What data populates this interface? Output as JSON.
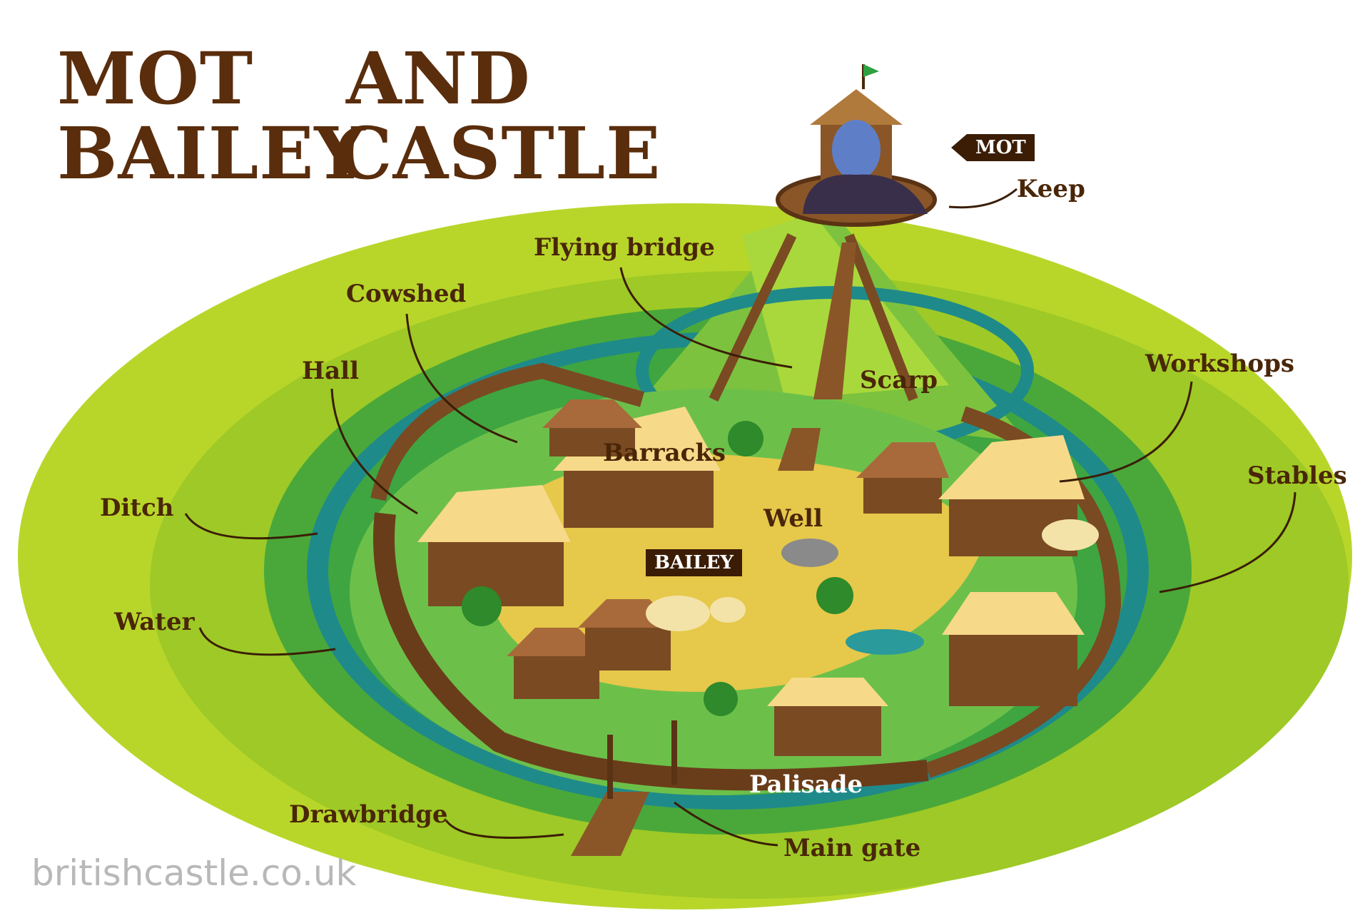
{
  "title": {
    "line1_left": "MOT",
    "line1_right": "AND",
    "line2_left": "BAILEY",
    "line2_right": "CASTLE"
  },
  "tags": {
    "mot": "MOT",
    "bailey": "BAILEY"
  },
  "labels": {
    "keep": "Keep",
    "flying_bridge": "Flying bridge",
    "cowshed": "Cowshed",
    "hall": "Hall",
    "barracks": "Barracks",
    "scarp": "Scarp",
    "workshops": "Workshops",
    "stables": "Stables",
    "ditch": "Ditch",
    "well": "Well",
    "water": "Water",
    "palisade": "Palisade",
    "drawbridge": "Drawbridge",
    "main_gate": "Main gate"
  },
  "watermark": "britishcastle.co.uk",
  "colors": {
    "outer_ground": "#b8d62a",
    "ring_green": "#4aa83a",
    "moat_water": "#1f8a8a",
    "bailey_yard": "#e6c84a",
    "grass": "#6cc04a",
    "wood": "#7a4a22",
    "roof": "#f7d98a",
    "text_brown": "#4a2608"
  }
}
